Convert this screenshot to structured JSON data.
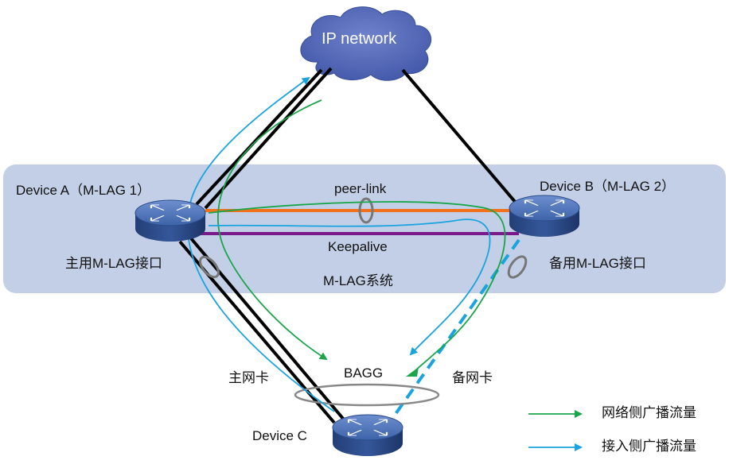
{
  "cloud": {
    "label": "IP network"
  },
  "devices": {
    "device_a": {
      "label": "Device A（M-LAG 1）",
      "port_label": "主用M-LAG接口"
    },
    "device_b": {
      "label": "Device B（M-LAG 2）",
      "port_label": "备用M-LAG接口"
    },
    "device_c": {
      "label": "Device C"
    }
  },
  "links": {
    "peer_link": "peer-link",
    "keepalive": "Keepalive",
    "system": "M-LAG系统",
    "bagg": "BAGG",
    "primary_nic": "主网卡",
    "backup_nic": "备网卡"
  },
  "legend": {
    "items": [
      {
        "label": "网络侧广播流量",
        "color": "#1aa54b"
      },
      {
        "label": "接入侧广播流量",
        "color": "#1aa3df"
      }
    ]
  },
  "colors": {
    "system_band": "#c3cfe6",
    "device": "#3a5a9a",
    "cloud": "#4b62b3",
    "peer_link": "#f2711c",
    "keepalive": "#7b1a8a",
    "physical_link": "#000000",
    "standby_link": "#1aa3df"
  }
}
